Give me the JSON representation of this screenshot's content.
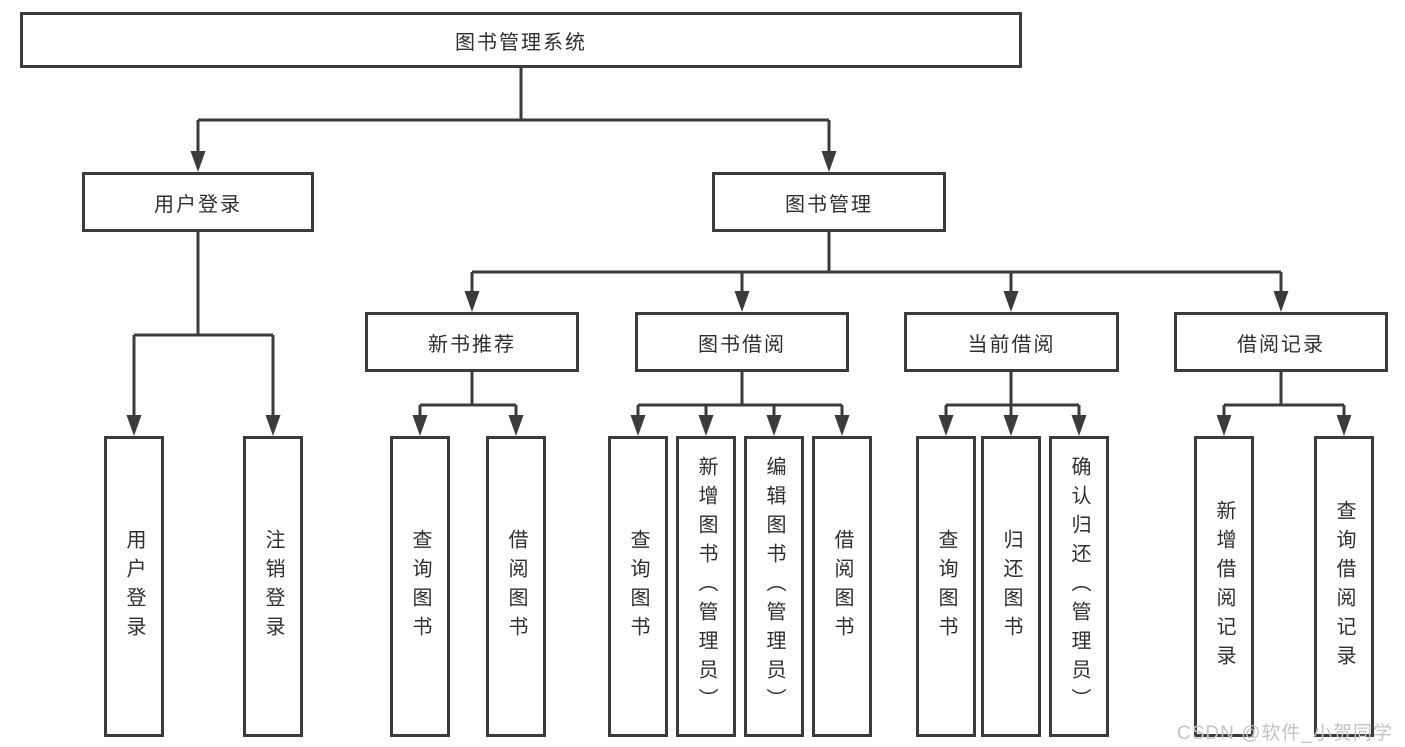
{
  "diagram": {
    "root": "图书管理系统",
    "l2": [
      "用户登录",
      "图书管理"
    ],
    "l3": [
      "新书推荐",
      "图书借阅",
      "当前借阅",
      "借阅记录"
    ],
    "leaves": {
      "login": [
        "用户登录",
        "注销登录"
      ],
      "recommend": [
        "查询图书",
        "借阅图书"
      ],
      "borrow": [
        "查询图书",
        "新增图书（管理员）",
        "编辑图书（管理员）",
        "借阅图书"
      ],
      "current": [
        "查询图书",
        "归还图书",
        "确认归还（管理员）"
      ],
      "records": [
        "新增借阅记录",
        "查询借阅记录"
      ]
    }
  },
  "watermark": "CSDN @软件_小贺同学",
  "colors": {
    "line": "#3b3b3b",
    "text": "#2f2f2f",
    "watermark": "#c4c4c4",
    "background": "#ffffff"
  }
}
